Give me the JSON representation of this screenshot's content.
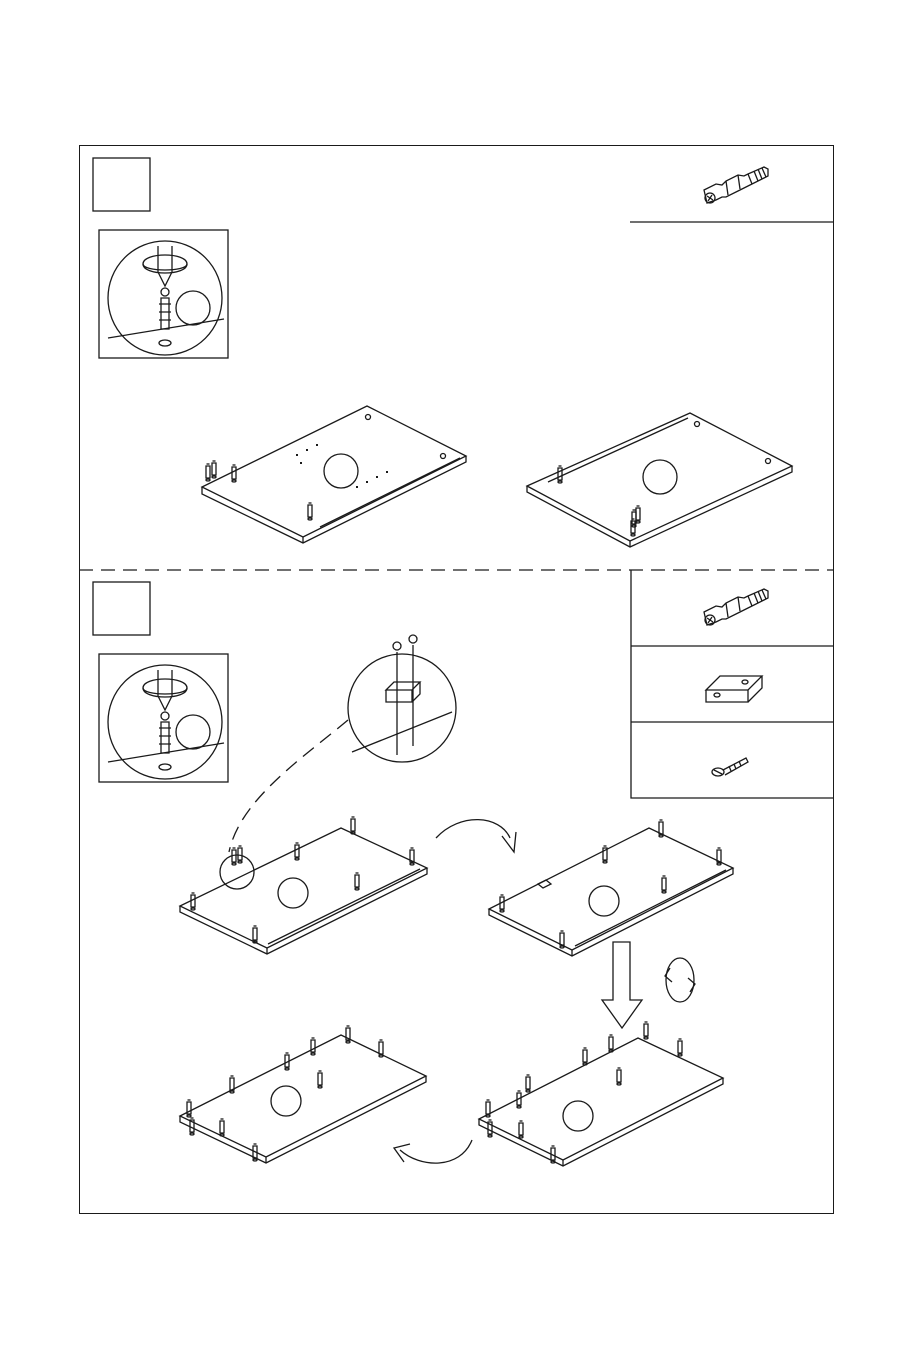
{
  "manual": {
    "steps": [
      {
        "id": "step-a",
        "step_number": "",
        "hardware": [
          "cam-bolt"
        ],
        "panels": [
          "panel-a1",
          "panel-a2"
        ]
      },
      {
        "id": "step-b",
        "step_number": "",
        "hardware": [
          "cam-bolt",
          "l-bracket",
          "screw"
        ],
        "panels": [
          "panel-b1",
          "panel-b2",
          "panel-b3",
          "panel-b4"
        ]
      }
    ],
    "icons": [
      "screwdriver-icon",
      "rotate-icon",
      "flip-arrow-icon",
      "down-arrow-icon"
    ],
    "colors": {
      "line": "#1a1a1a",
      "background": "#ffffff"
    }
  }
}
